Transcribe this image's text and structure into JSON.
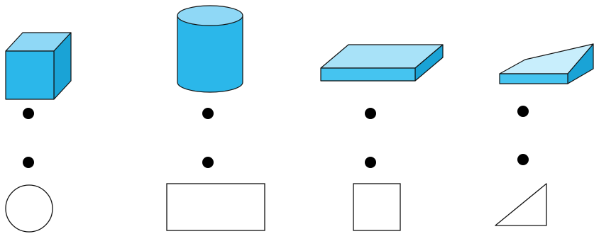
{
  "colors": {
    "front": "#2bb7ea",
    "top": "#8fd8f6",
    "side": "#1aa3d6",
    "thin_front": "#45c4f0",
    "thin_top": "#a8e2f8",
    "triangle_top": "#c8eefc",
    "stroke": "#111111",
    "dot": "#000000",
    "background": "#ffffff"
  },
  "solids": [
    {
      "name": "cube",
      "icon": "cube-icon"
    },
    {
      "name": "cylinder",
      "icon": "cylinder-icon"
    },
    {
      "name": "flat-box",
      "icon": "flat-box-icon"
    },
    {
      "name": "triangular-prism",
      "icon": "triangular-prism-icon"
    }
  ],
  "faces": [
    {
      "name": "circle",
      "icon": "circle-shape-icon"
    },
    {
      "name": "rectangle",
      "icon": "rectangle-shape-icon"
    },
    {
      "name": "square",
      "icon": "square-shape-icon"
    },
    {
      "name": "triangle",
      "icon": "triangle-shape-icon"
    }
  ]
}
